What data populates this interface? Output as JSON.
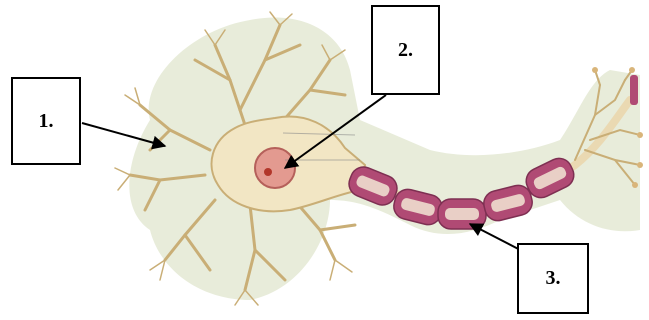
{
  "labels": [
    {
      "id": "1",
      "text": "1."
    },
    {
      "id": "2",
      "text": "2."
    },
    {
      "id": "3",
      "text": "3."
    }
  ],
  "colors": {
    "background_halo": "#e8ecda",
    "cell_body": "#f2e6c4",
    "dendrite": "#c9ae76",
    "nucleus": "#e39a90",
    "nucleolus": "#b2362a",
    "myelin": "#b04a74",
    "myelin_inner": "#e9cfc6",
    "axon_core": "#ead9b2"
  },
  "icons": [
    "neuron-illustration",
    "arrow-pointer"
  ]
}
